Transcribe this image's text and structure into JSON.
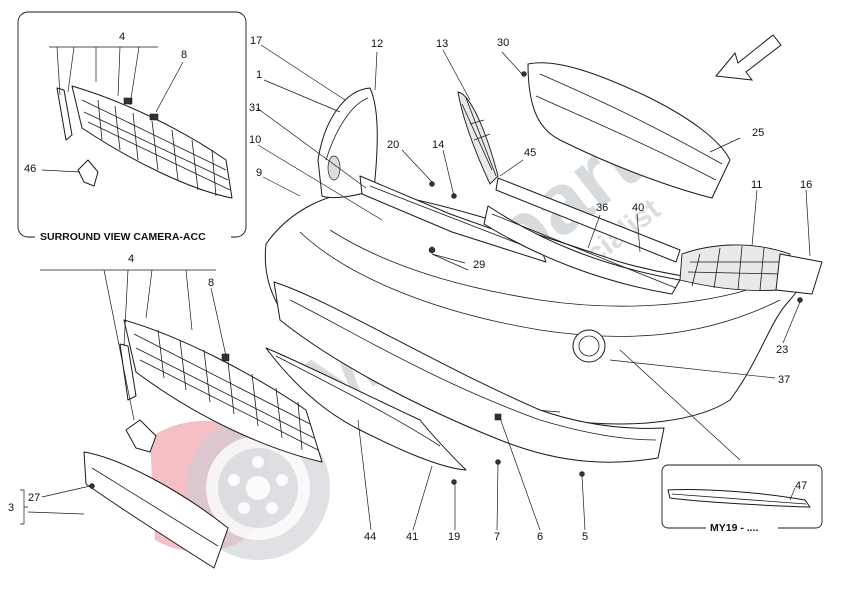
{
  "watermark": {
    "brand": "Motorparts",
    "tagline": "OEM parts specialist"
  },
  "insets": {
    "camera_caption": "SURROUND VIEW CAMERA-ACC",
    "my19_caption": "MY19 - ...."
  },
  "callouts": {
    "c1": "1",
    "c3": "3",
    "c4a": "4",
    "c4b": "4",
    "c5": "5",
    "c6": "6",
    "c7": "7",
    "c8a": "8",
    "c8b": "8",
    "c9": "9",
    "c10": "10",
    "c11": "11",
    "c12": "12",
    "c13": "13",
    "c14": "14",
    "c16": "16",
    "c17": "17",
    "c19": "19",
    "c20": "20",
    "c23": "23",
    "c25": "25",
    "c27": "27",
    "c29": "29",
    "c30": "30",
    "c31": "31",
    "c36": "36",
    "c37": "37",
    "c40": "40",
    "c41": "41",
    "c44": "44",
    "c45": "45",
    "c46": "46",
    "c47": "47"
  }
}
